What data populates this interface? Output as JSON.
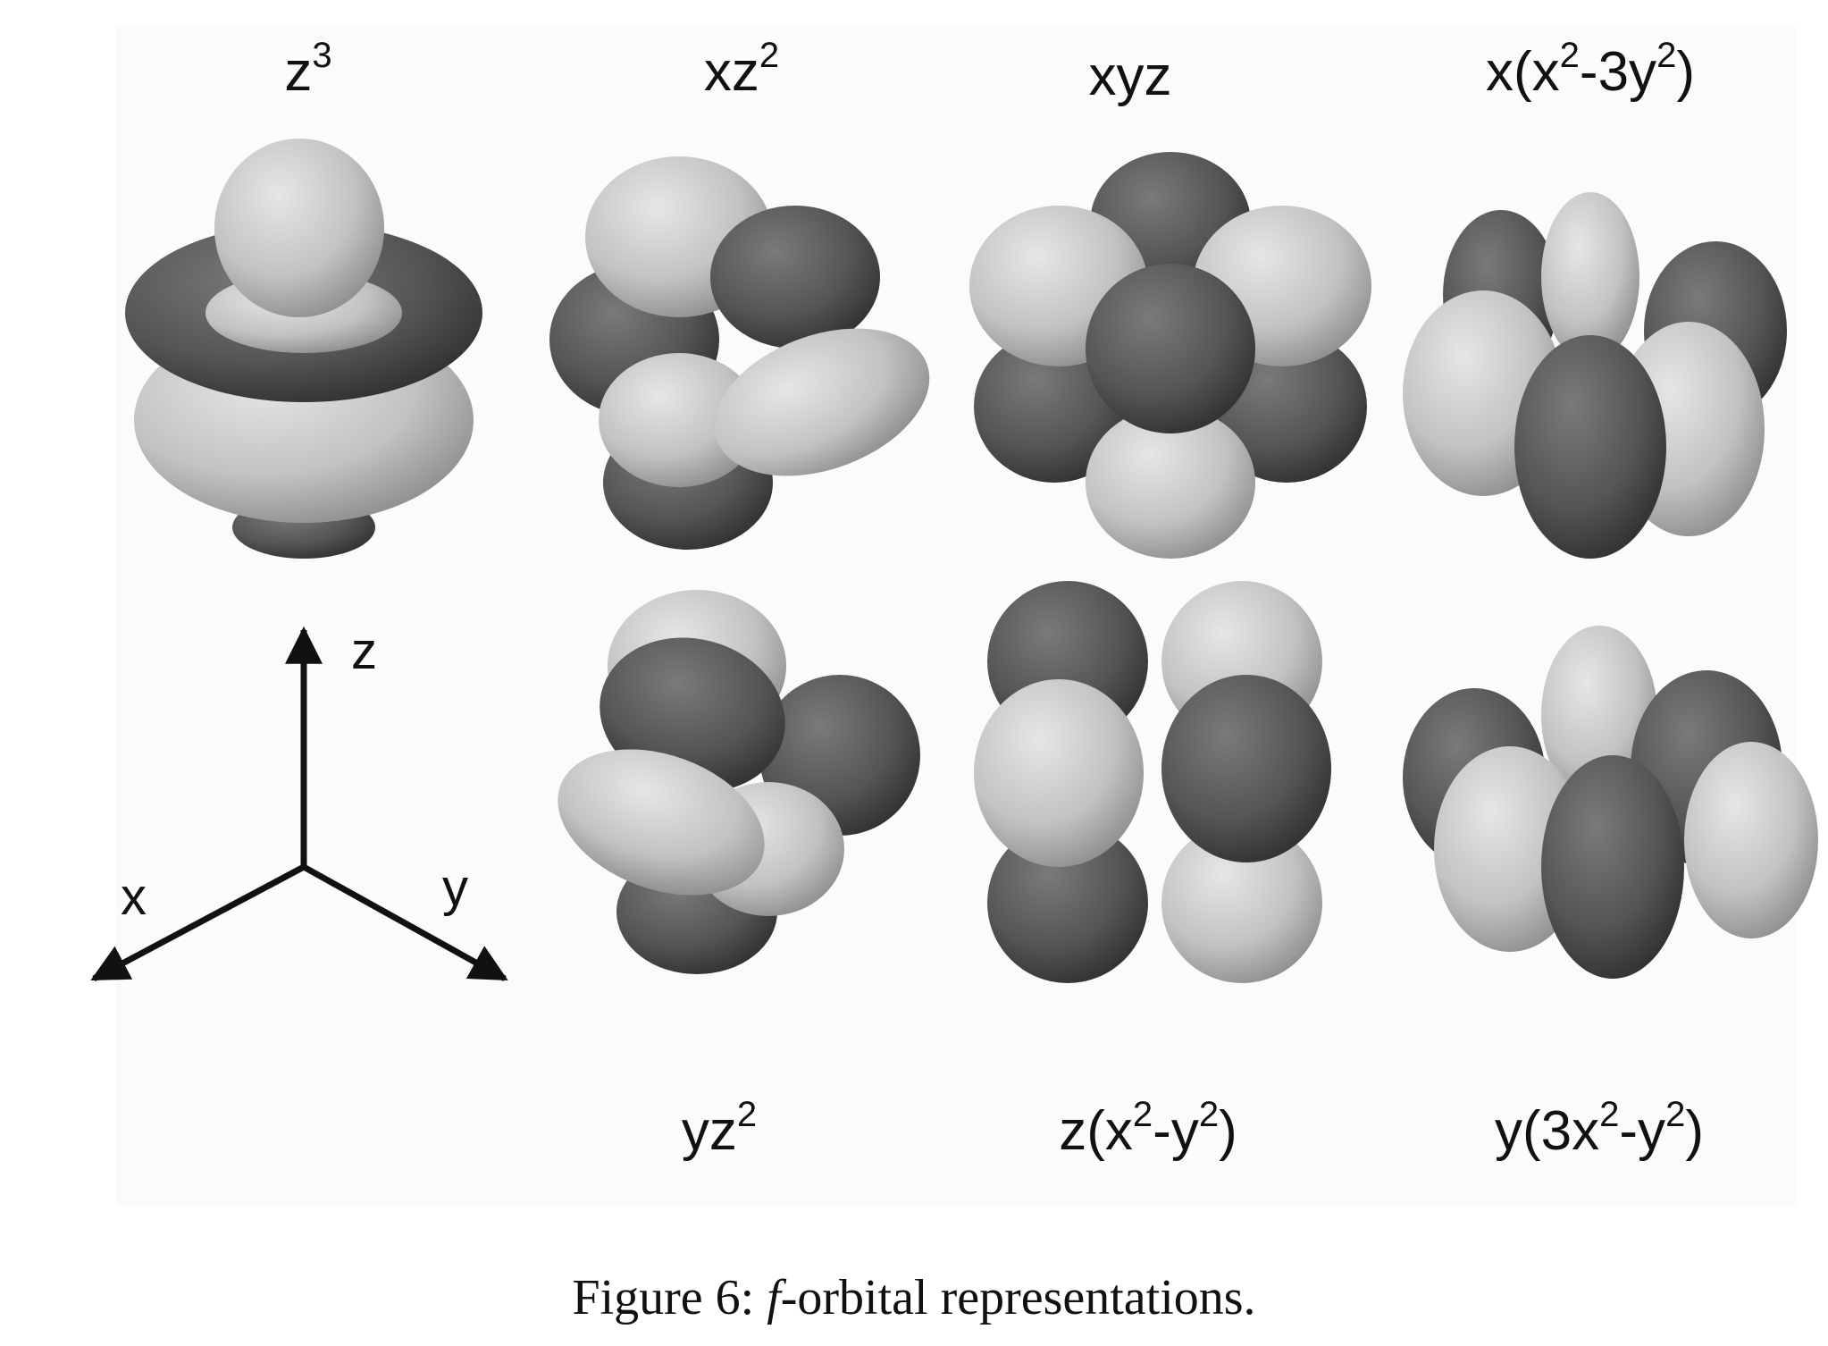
{
  "orbitals": {
    "z3": {
      "base": "z",
      "sup": "3",
      "tail": ""
    },
    "xz2": {
      "base": "xz",
      "sup": "2",
      "tail": ""
    },
    "xyz": {
      "base": "xyz"
    },
    "x_x2_3y2": {
      "p1": "x(x",
      "s1": "2",
      "p2": "-3y",
      "s2": "2",
      "p3": ")"
    },
    "yz2": {
      "base": "yz",
      "sup": "2"
    },
    "z_x2_y2": {
      "p1": "z(x",
      "s1": "2",
      "p2": "-y",
      "s2": "2",
      "p3": ")"
    },
    "y_3x2_y2": {
      "p1": "y(3x",
      "s1": "2",
      "p2": "-y",
      "s2": "2",
      "p3": ")"
    }
  },
  "axes": {
    "z": "z",
    "x": "x",
    "y": "y"
  },
  "caption": {
    "prefix": "Figure 6: ",
    "symbol": "f",
    "suffix": "-orbital representations."
  },
  "colors": {
    "light_lobe": "#c4c4c4",
    "dark_lobe": "#555555",
    "background": "#ffffff"
  }
}
